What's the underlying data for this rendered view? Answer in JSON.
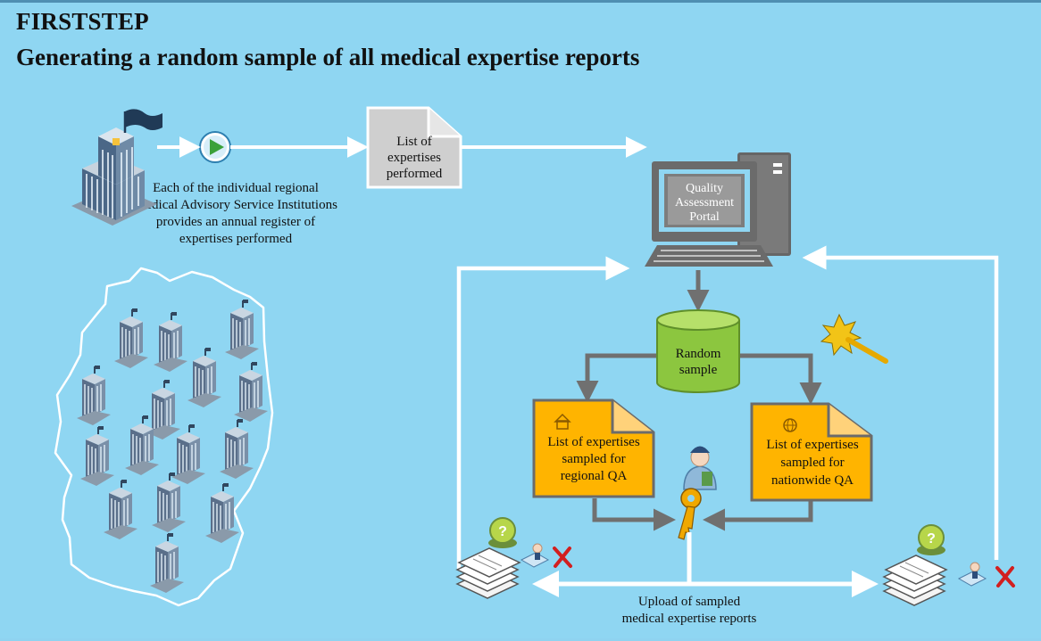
{
  "title": "FIRSTSTEP",
  "subtitle": "Generating a random sample of all medical expertise reports",
  "nodes": {
    "register_caption": "Each of the individual regional Medical Advisory Service Institutions provides an annual register of expertises performed",
    "list_doc": [
      "List of",
      "expertises",
      "performed"
    ],
    "portal": [
      "Quality",
      "Assessment",
      "Portal"
    ],
    "random_sample": [
      "Random",
      "sample"
    ],
    "regional_doc": [
      "List of expertises",
      "sampled for",
      "regional QA"
    ],
    "nationwide_doc": [
      "List of expertises",
      "sampled for",
      "nationwide QA"
    ],
    "upload_caption": [
      "Upload  of  sampled",
      "medical expertise reports"
    ]
  },
  "colors": {
    "background": "#8fd6f2",
    "arrow_white": "#ffffff",
    "arrow_gray": "#777777",
    "document_gray": "#cfcfcf",
    "document_orange": "#ffb400",
    "database_green": "#8cc63f",
    "reject_red": "#d21f1f"
  },
  "icons": [
    "building-icon",
    "play-icon",
    "computer-icon",
    "database-icon",
    "magic-wand-icon",
    "person-icon",
    "key-icon",
    "document-stack-icon",
    "question-icon",
    "reviewer-icon",
    "reject-icon",
    "germany-map-icon",
    "home-icon",
    "globe-icon"
  ]
}
